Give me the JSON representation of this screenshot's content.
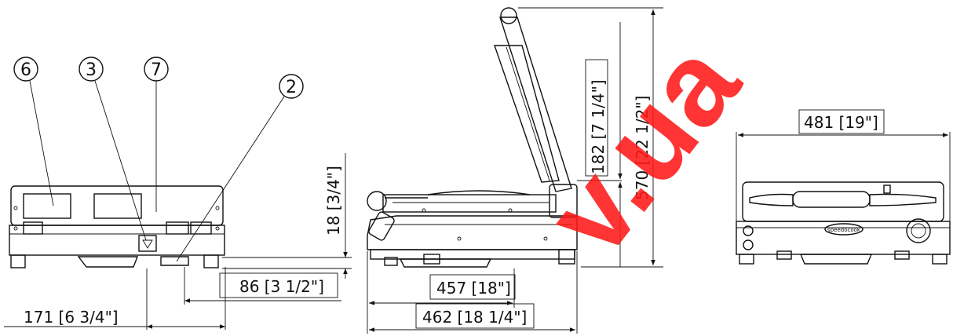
{
  "callouts": [
    "6",
    "3",
    "7",
    "2"
  ],
  "dimensions": {
    "depth_offset": "171 [6 3/4\"]",
    "foot_offset": "86 [3 1/2\"]",
    "foot_height": "18 [3/4\"]",
    "plate_depth": "457 [18\"]",
    "total_depth": "462 [18 1/4\"]",
    "lid_height": "182 [7 1/4\"]",
    "open_height": "570 [22 1/2\"]",
    "width": "481 [19\"]"
  },
  "brand_badge": "speedocook",
  "watermark": "v.ua",
  "colors": {
    "line": "#111111",
    "watermark": "#ff1a1a",
    "background": "#ffffff"
  }
}
